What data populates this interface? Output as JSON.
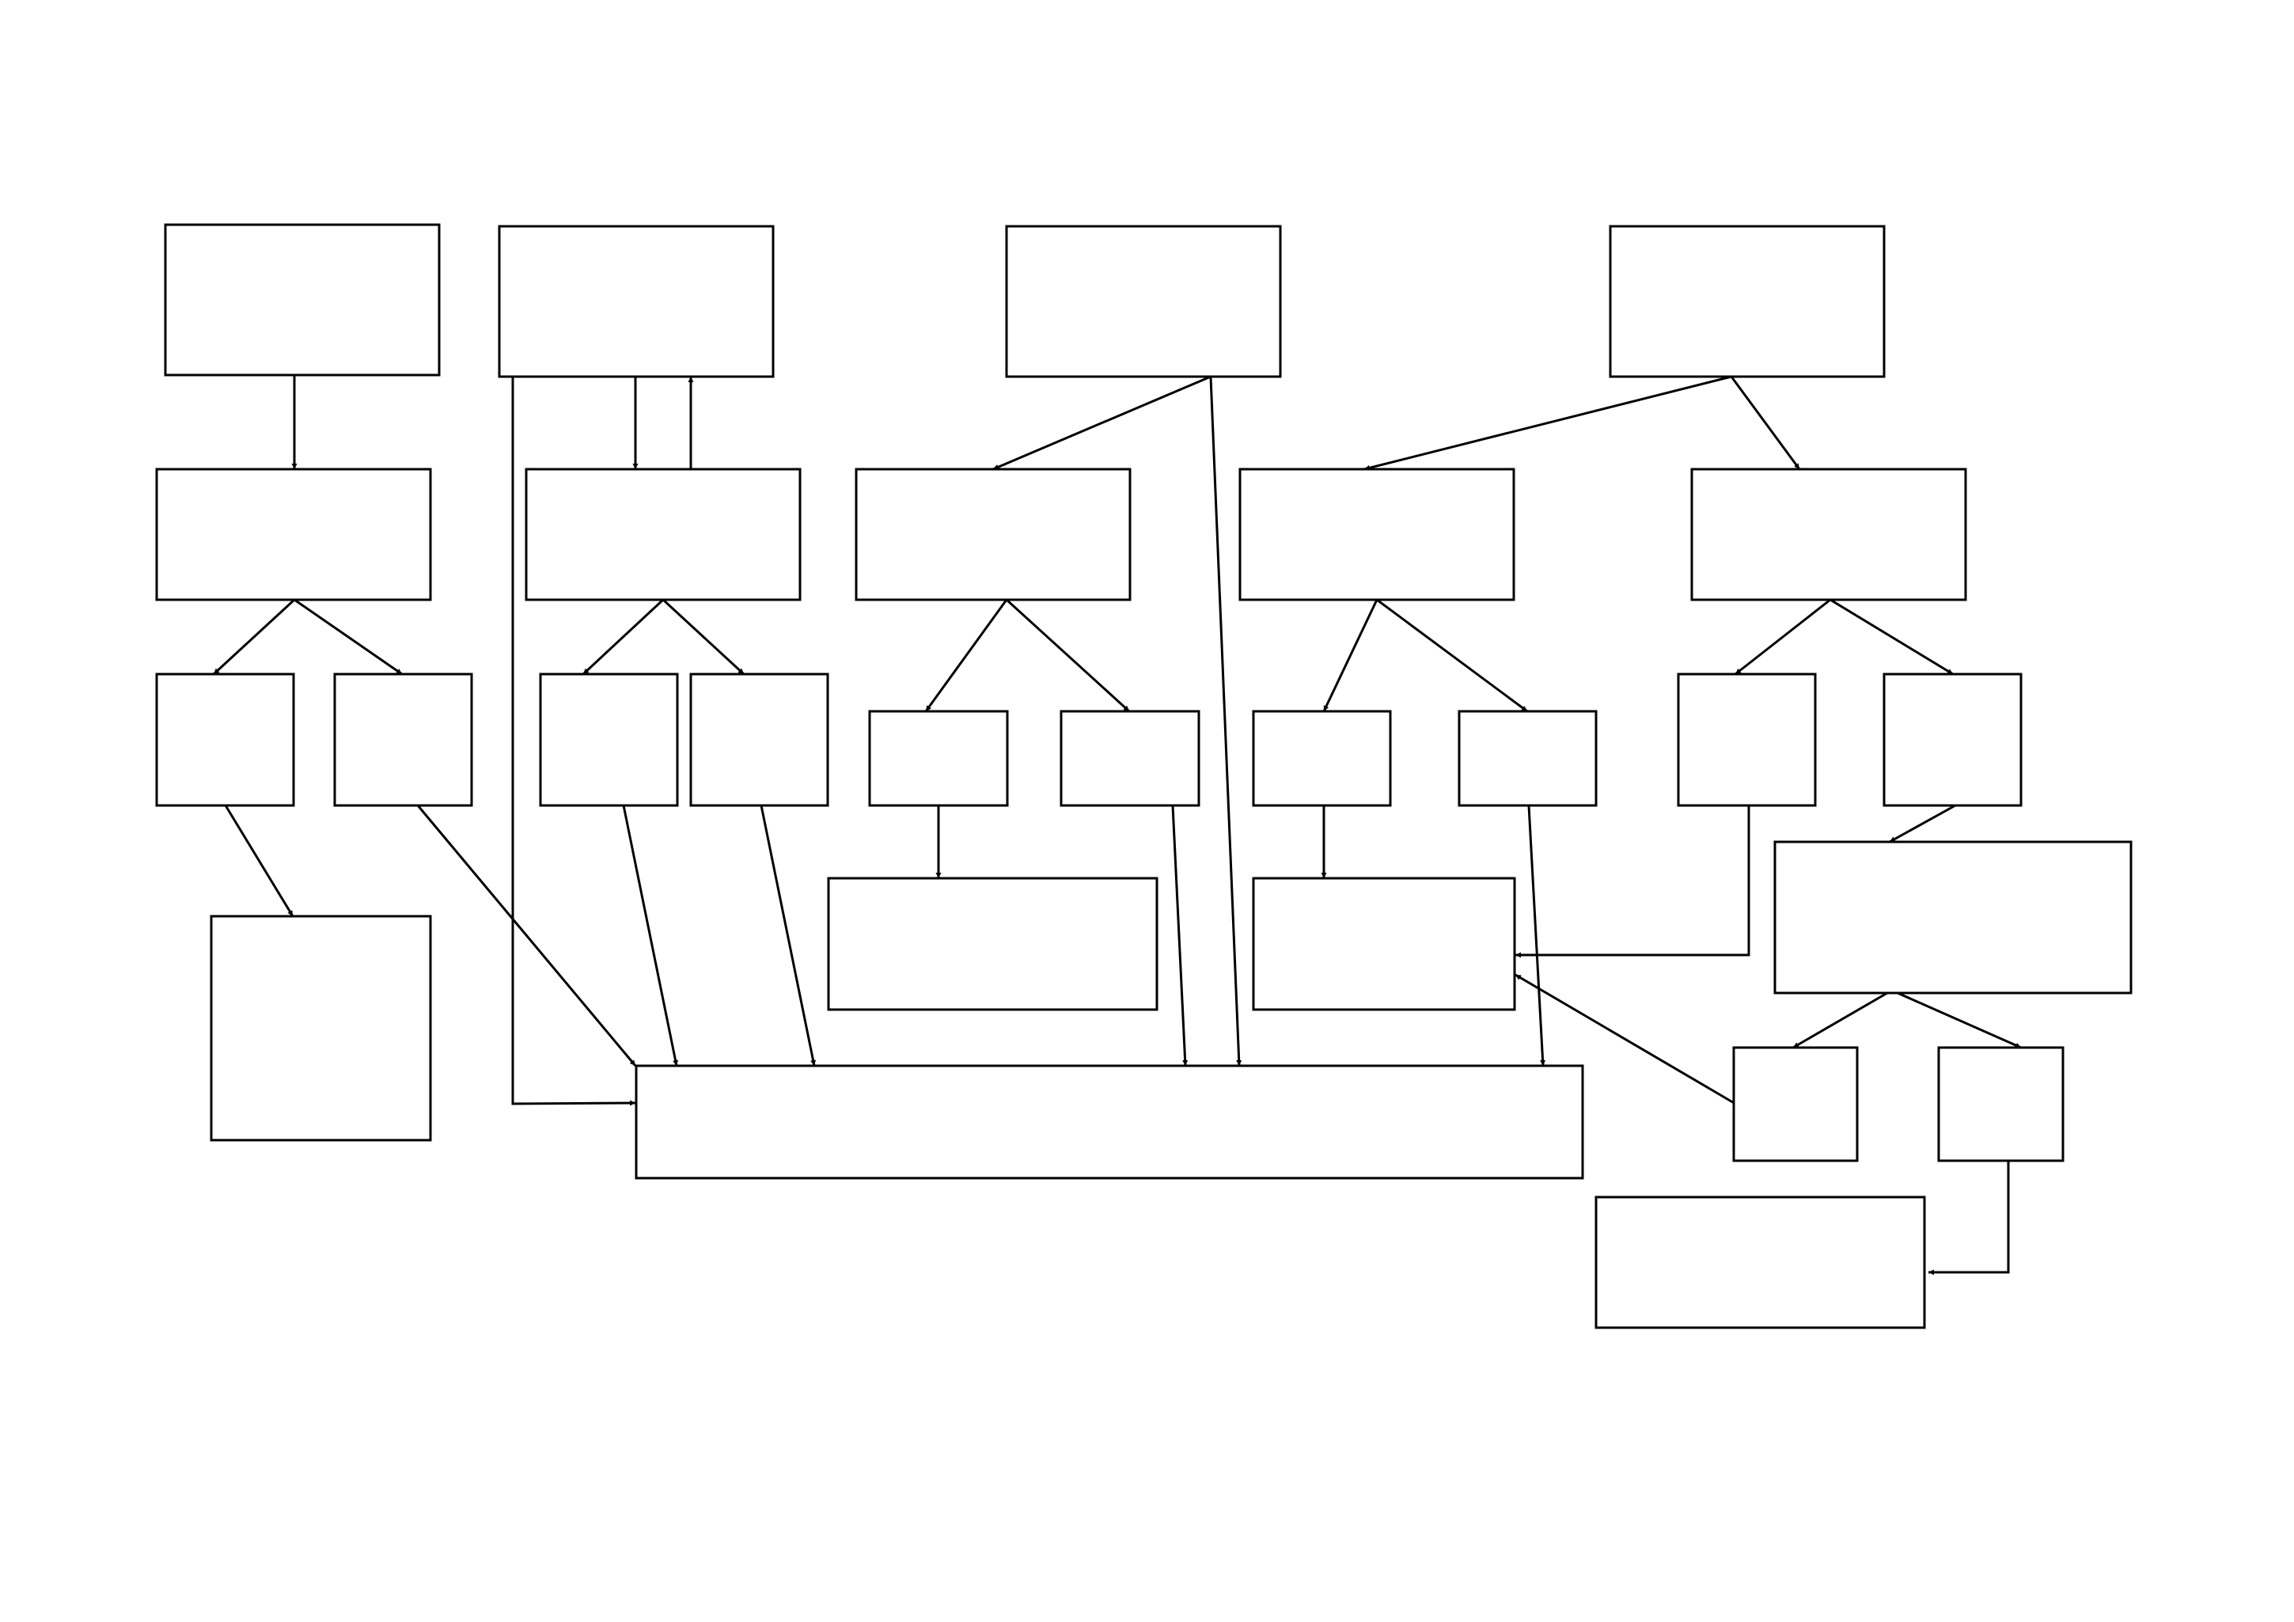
{
  "diagram": {
    "type": "flowchart",
    "colors": {
      "stroke": "#000000",
      "fill": "#ffffff",
      "background": "#ffffff"
    },
    "nodes": [
      {
        "id": "n1",
        "label": ""
      },
      {
        "id": "n2",
        "label": ""
      },
      {
        "id": "n3",
        "label": ""
      },
      {
        "id": "n4",
        "label": ""
      },
      {
        "id": "n5",
        "label": ""
      },
      {
        "id": "n6",
        "label": ""
      },
      {
        "id": "n7",
        "label": ""
      },
      {
        "id": "n8",
        "label": ""
      },
      {
        "id": "n9",
        "label": ""
      },
      {
        "id": "n10",
        "label": ""
      },
      {
        "id": "n11",
        "label": ""
      },
      {
        "id": "n12",
        "label": ""
      },
      {
        "id": "n13",
        "label": ""
      },
      {
        "id": "n14",
        "label": ""
      },
      {
        "id": "n15",
        "label": ""
      },
      {
        "id": "n16",
        "label": ""
      },
      {
        "id": "n17",
        "label": ""
      },
      {
        "id": "n18",
        "label": ""
      },
      {
        "id": "n19",
        "label": ""
      },
      {
        "id": "n20",
        "label": ""
      },
      {
        "id": "n21",
        "label": ""
      },
      {
        "id": "n22",
        "label": ""
      },
      {
        "id": "n23",
        "label": ""
      },
      {
        "id": "n24",
        "label": ""
      },
      {
        "id": "n25",
        "label": ""
      },
      {
        "id": "n26",
        "label": ""
      },
      {
        "id": "n27",
        "label": ""
      },
      {
        "id": "n28",
        "label": ""
      }
    ],
    "edges": [
      {
        "from": "n1",
        "to": "n5"
      },
      {
        "from": "n2",
        "to": "n6"
      },
      {
        "from": "n6",
        "to": "n2"
      },
      {
        "from": "n2",
        "to": "n28"
      },
      {
        "from": "n3",
        "to": "n7"
      },
      {
        "from": "n3",
        "to": "n28"
      },
      {
        "from": "n4",
        "to": "n8"
      },
      {
        "from": "n4",
        "to": "n9"
      },
      {
        "from": "n5",
        "to": "n10"
      },
      {
        "from": "n5",
        "to": "n11"
      },
      {
        "from": "n6",
        "to": "n12"
      },
      {
        "from": "n6",
        "to": "n13"
      },
      {
        "from": "n7",
        "to": "n14"
      },
      {
        "from": "n7",
        "to": "n15"
      },
      {
        "from": "n8",
        "to": "n16"
      },
      {
        "from": "n8",
        "to": "n17"
      },
      {
        "from": "n9",
        "to": "n18"
      },
      {
        "from": "n9",
        "to": "n19"
      },
      {
        "from": "n10",
        "to": "n20"
      },
      {
        "from": "n11",
        "to": "n28"
      },
      {
        "from": "n12",
        "to": "n28"
      },
      {
        "from": "n13",
        "to": "n28"
      },
      {
        "from": "n14",
        "to": "n21"
      },
      {
        "from": "n15",
        "to": "n28"
      },
      {
        "from": "n16",
        "to": "n22"
      },
      {
        "from": "n17",
        "to": "n28"
      },
      {
        "from": "n18",
        "to": "n22"
      },
      {
        "from": "n19",
        "to": "n23"
      },
      {
        "from": "n23",
        "to": "n24"
      },
      {
        "from": "n23",
        "to": "n25"
      },
      {
        "from": "n24",
        "to": "n22"
      },
      {
        "from": "n25",
        "to": "n26"
      }
    ]
  }
}
